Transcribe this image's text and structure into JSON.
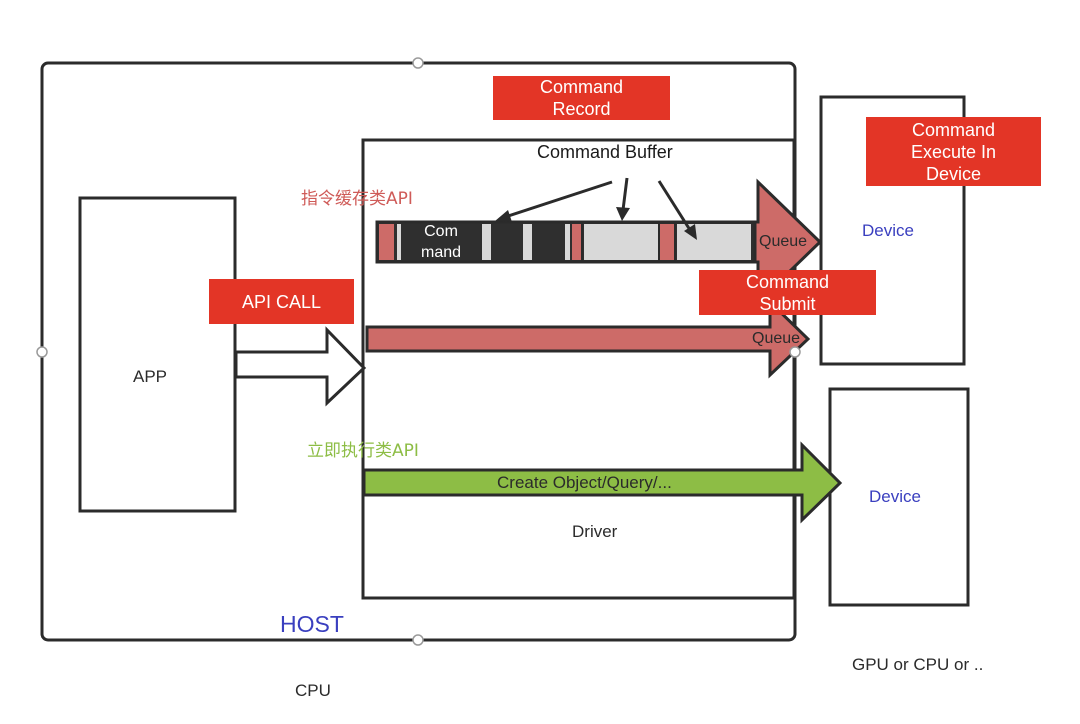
{
  "colors": {
    "stroke": "#2b2b2b",
    "label_red": "#e33526",
    "queue_red": "#cd6b68",
    "slot_dark": "#2f2f2f",
    "slot_light": "#d9d9d9",
    "api_green": "#8dbd45",
    "device_blue": "#3a3fbf",
    "cache_api_text": "#cf5b58",
    "immediate_api_text": "#8dbd45"
  },
  "host": {
    "label": "HOST",
    "caption": "CPU"
  },
  "app": {
    "label": "APP"
  },
  "driver": {
    "label": "Driver"
  },
  "command_buffer": {
    "label": "Command Buffer",
    "slot_label_line1": "Com",
    "slot_label_line2": "mand"
  },
  "badges": {
    "command_record": [
      "Command",
      "Record"
    ],
    "api_call": "API CALL",
    "command_submit": [
      "Command",
      "Submit"
    ],
    "command_execute": [
      "Command",
      "Execute In",
      "Device"
    ]
  },
  "api_categories": {
    "cache_api": "指令缓存类API",
    "immediate_api": "立即执行类API"
  },
  "arrows": {
    "queue_1": "Queue",
    "queue_2": "Queue",
    "immediate": "Create Object/Query/..."
  },
  "devices": [
    {
      "label": "Device"
    },
    {
      "label": "Device"
    }
  ],
  "device_caption": "GPU or CPU or .."
}
